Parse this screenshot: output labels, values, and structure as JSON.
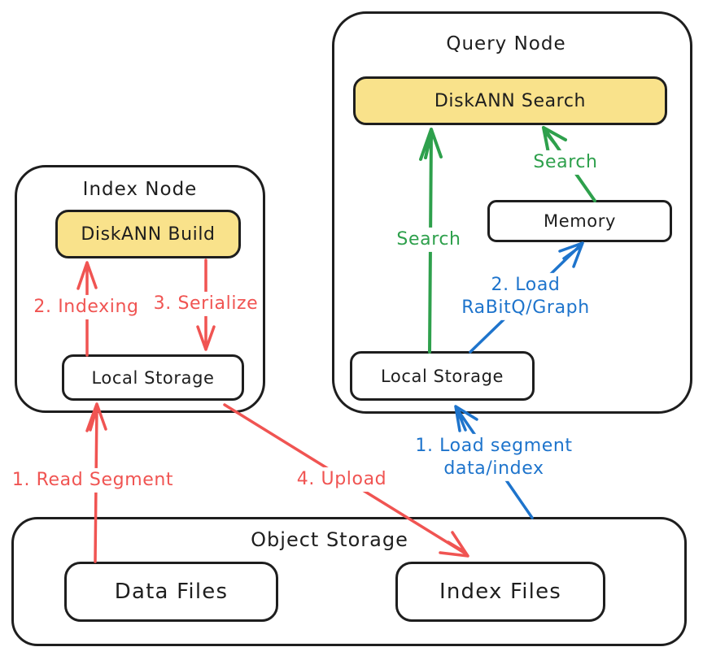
{
  "diagram": {
    "colors": {
      "background": "#ffffff",
      "ink": "#1e1e1e",
      "box_fill_yellow": "#f9e28b",
      "arrow_red": "#f05452",
      "arrow_green": "#2ea04c",
      "arrow_blue": "#1e74cc"
    },
    "query_node": {
      "title": "Query Node"
    },
    "index_node": {
      "title": "Index Node"
    },
    "object_storage": {
      "title": "Object Storage"
    },
    "boxes": {
      "diskann_search": "DiskANN Search",
      "memory": "Memory",
      "query_local_storage": "Local Storage",
      "diskann_build": "DiskANN Build",
      "index_local_storage": "Local Storage",
      "data_files": "Data Files",
      "index_files": "Index Files"
    },
    "labels": {
      "indexing": "2. Indexing",
      "serialize": "3. Serialize",
      "read_segment": "1. Read Segment",
      "upload": "4. Upload",
      "search_left": "Search",
      "search_right": "Search",
      "load_rabitq_1": "2. Load",
      "load_rabitq_2": "RaBitQ/Graph",
      "load_segment_1": "1. Load segment",
      "load_segment_2": "data/index"
    },
    "edges": [
      {
        "from": "Data Files",
        "to": "Local Storage (Index Node)",
        "label": "1. Read Segment",
        "color": "red"
      },
      {
        "from": "Local Storage (Index Node)",
        "to": "DiskANN Build",
        "label": "2. Indexing",
        "color": "red"
      },
      {
        "from": "DiskANN Build",
        "to": "Local Storage (Index Node)",
        "label": "3. Serialize",
        "color": "red"
      },
      {
        "from": "Local Storage (Index Node)",
        "to": "Index Files",
        "label": "4. Upload",
        "color": "red"
      },
      {
        "from": "Index Files",
        "to": "Local Storage (Query Node)",
        "label": "1. Load segment data/index",
        "color": "blue"
      },
      {
        "from": "Local Storage (Query Node)",
        "to": "Memory",
        "label": "2. Load RaBitQ/Graph",
        "color": "blue"
      },
      {
        "from": "Local Storage (Query Node)",
        "to": "DiskANN Search",
        "label": "Search",
        "color": "green"
      },
      {
        "from": "Memory",
        "to": "DiskANN Search",
        "label": "Search",
        "color": "green"
      }
    ]
  }
}
